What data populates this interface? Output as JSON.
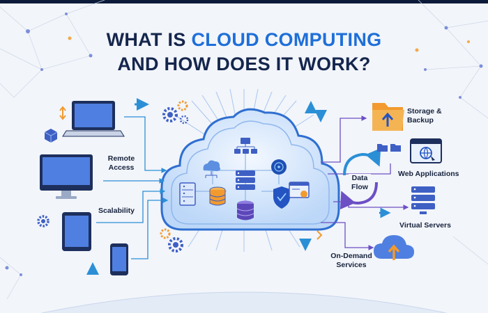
{
  "title": {
    "line1_part1": "WHAT IS ",
    "line1_part2": "CLOUD COMPUTING",
    "line2": "AND HOW DOES IT WORK?"
  },
  "labels": {
    "remote_access_1": "Remote",
    "remote_access_2": "Access",
    "scalability": "Scalability",
    "storage_1": "Storage &",
    "storage_2": "Backup",
    "web_applications": "Web Applications",
    "data_flow_1": "Data",
    "data_flow_2": "Flow",
    "virtual_servers": "Virtual Servers",
    "on_demand_1": "On-Demand",
    "on_demand_2": "Services"
  },
  "colors": {
    "title_dark": "#15264d",
    "title_accent": "#1e6fd9",
    "cloud_fill": "#cfe3fb",
    "cloud_stroke": "#2f6fd0",
    "arrow_blue": "#2b8fd6",
    "arrow_purple": "#6c4fc4",
    "orange": "#f29a2e"
  }
}
